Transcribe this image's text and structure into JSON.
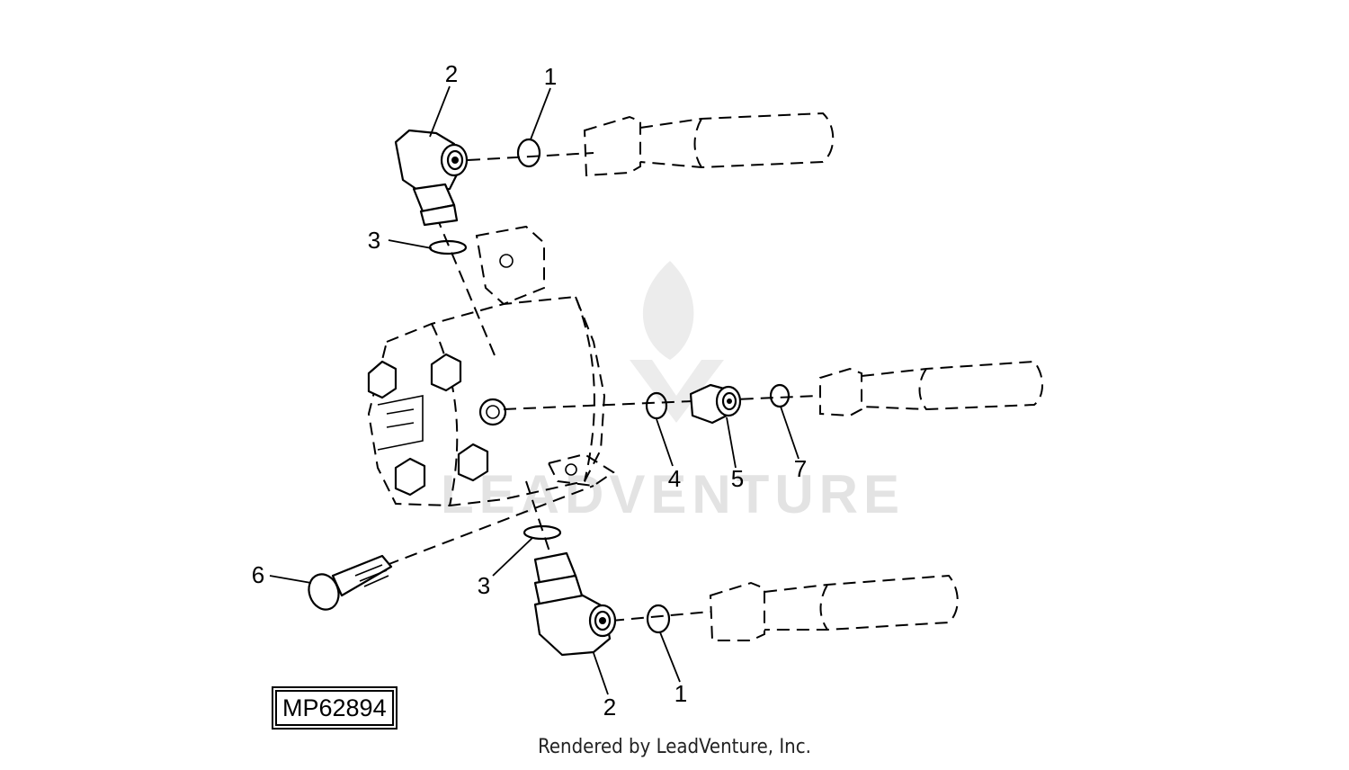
{
  "callouts": [
    "1",
    "2",
    "3",
    "4",
    "5",
    "6",
    "7"
  ],
  "diagram_id": "MP62894",
  "watermark": "LEADVENTURE",
  "credit": "Rendered by LeadVenture, Inc.",
  "colors": {
    "line": "#000000",
    "watermark": "#e3e3e3",
    "background": "#ffffff"
  }
}
